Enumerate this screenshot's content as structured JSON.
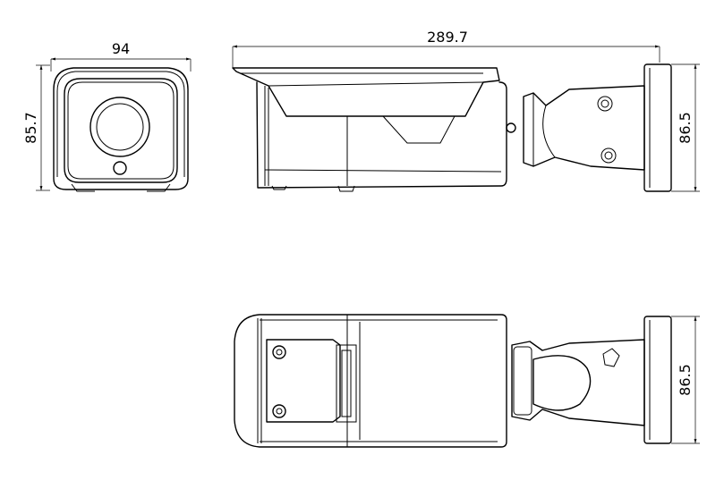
{
  "dimensions": {
    "front_width": "94",
    "front_height": "85.7",
    "side_length": "289.7",
    "side_mount_height": "86.5",
    "bottom_mount_height": "86.5"
  }
}
